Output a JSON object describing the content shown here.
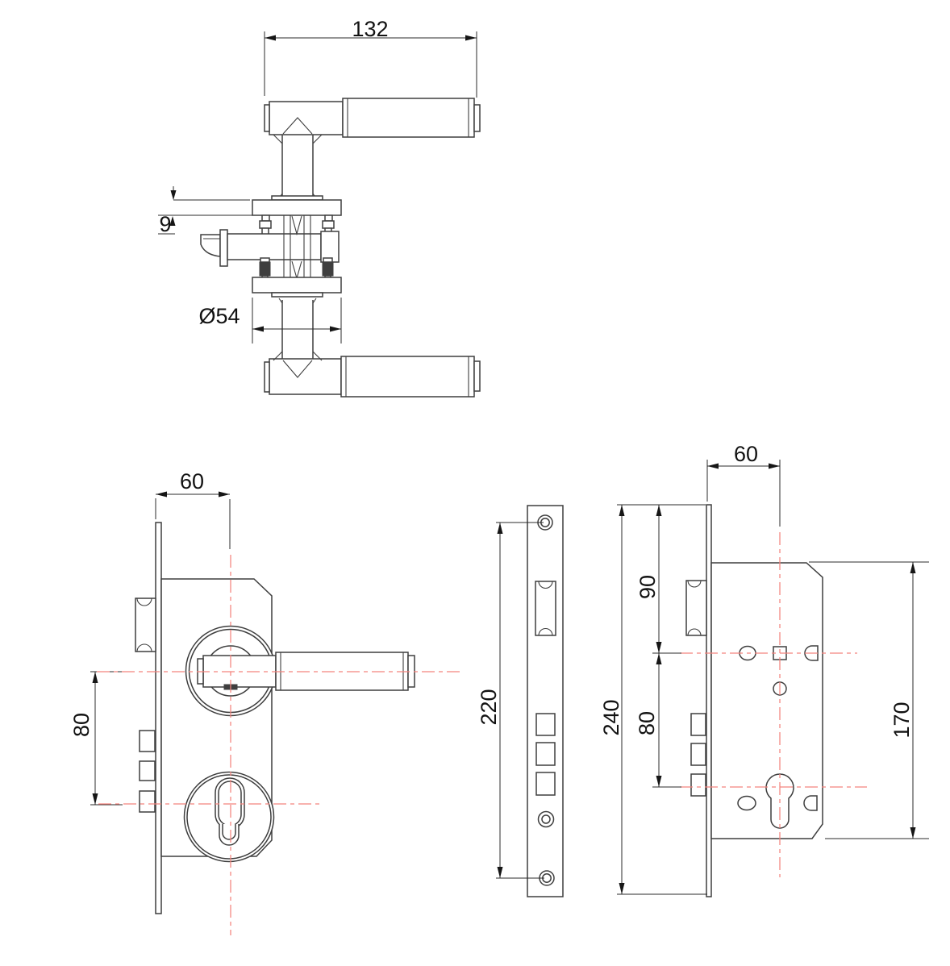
{
  "drawing": {
    "type": "technical-drawing-door-lock-set",
    "colors": {
      "line": "#3e3e3e",
      "centerline": "#f4837d",
      "dimension_text": "#121212",
      "background": "#ffffff"
    },
    "views": {
      "handle_side": {
        "label_lever_length": "132",
        "label_rose_thickness": "9",
        "label_rose_diameter": "Ø54"
      },
      "handle_front": {
        "label_backset": "60",
        "label_handle_to_cylinder": "80"
      },
      "faceplate_front": {
        "label_screw_centers": "220"
      },
      "lock_body_side": {
        "label_backset": "60",
        "label_top_to_spindle": "90",
        "label_faceplate_height": "240",
        "label_spindle_to_cylinder": "80",
        "label_case_height": "170"
      }
    }
  }
}
